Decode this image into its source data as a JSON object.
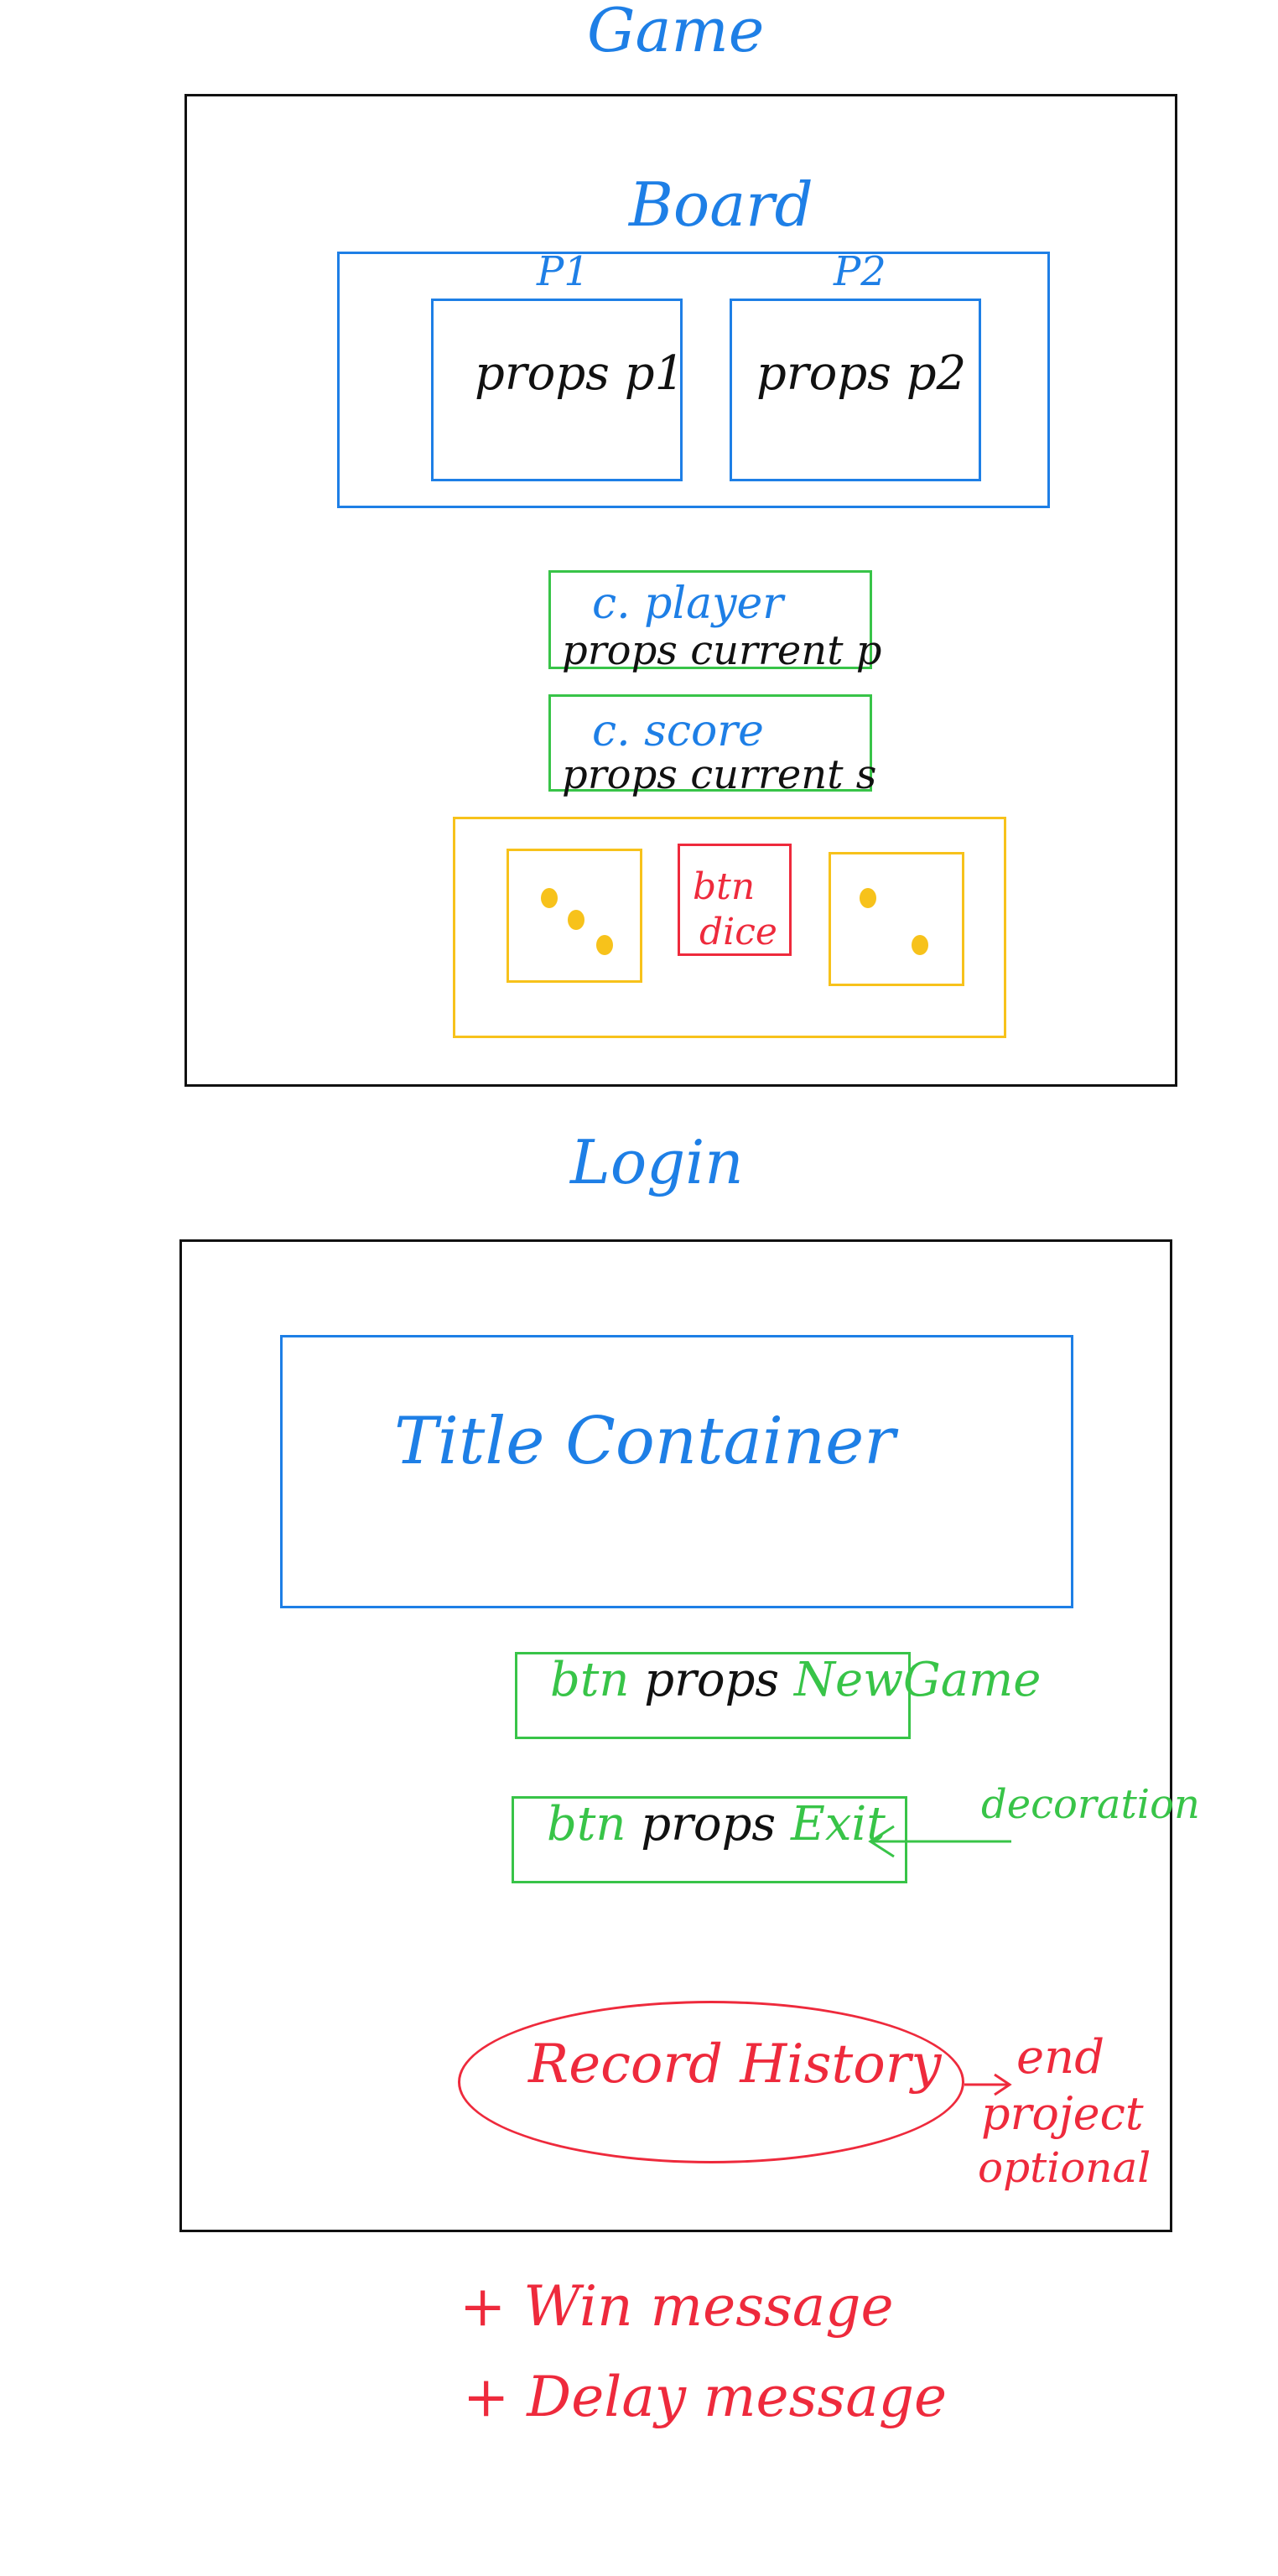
{
  "colors": {
    "outline": "#111111",
    "blue": "#1e7fe6",
    "green": "#38c448",
    "yellow": "#f7c21b",
    "red": "#ee2a3c"
  },
  "game": {
    "title": "Game",
    "board": {
      "title": "Board",
      "player1": {
        "label": "P1",
        "text": "props p1"
      },
      "player2": {
        "label": "P2",
        "text": "props p2"
      }
    },
    "current_player": {
      "title": "c. player",
      "text": "props current p"
    },
    "current_score": {
      "title": "c. score",
      "text": "props current s"
    },
    "dice_area": {
      "btn_line1": "btn",
      "btn_line2": "dice"
    }
  },
  "login": {
    "title": "Login",
    "title_container": "Title Container",
    "new_game": {
      "btn": "btn",
      "props": "props",
      "name": "NewGame"
    },
    "exit": {
      "btn": "btn",
      "props": "props",
      "name": "Exit"
    },
    "decoration_label": "decoration",
    "record_history": "Record History",
    "end_note": {
      "line1": "end",
      "line2": "project",
      "line3": "optional"
    }
  },
  "notes": {
    "win": "+ Win message",
    "delay": "+ Delay message"
  }
}
